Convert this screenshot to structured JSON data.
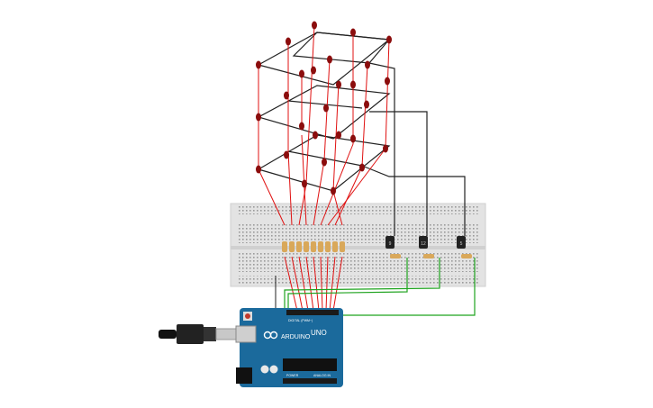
{
  "circuit": {
    "board": {
      "name": "Arduino Uno",
      "brand_text": "ARDUINO",
      "model_text": "UNO",
      "power_label": "POWER",
      "analog_label": "ANALOG IN",
      "digital_label": "DIGITAL (PWM~)",
      "usb_connector": "usb-b-plug"
    },
    "breadboard": {
      "type": "full-size",
      "color": "#dcdcdc"
    },
    "led_cube": {
      "layers": 3,
      "rows": 3,
      "cols": 3,
      "led_count": 27,
      "led_color": "#8b0d0d"
    },
    "transistors": {
      "count": 3,
      "labels": [
        "9",
        "12",
        "5"
      ]
    },
    "resistors": {
      "column_resistors": 9,
      "base_resistors": 3
    },
    "wire_colors": {
      "columns": "#e01010",
      "layers": "#222222",
      "signal": "#1fa31f"
    }
  }
}
